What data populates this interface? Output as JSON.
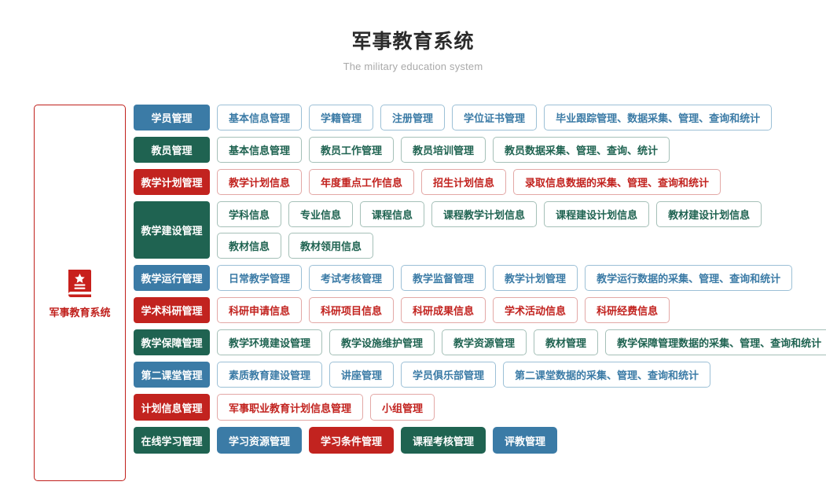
{
  "header": {
    "title": "军事教育系统",
    "subtitle": "The military education system"
  },
  "sidebar": {
    "icon": "book-star-icon",
    "label": "军事教育系统",
    "border_color": "#c0201c"
  },
  "colors": {
    "blue": "#3b7ba6",
    "green": "#1f6351",
    "red": "#c2231f"
  },
  "rows": [
    {
      "head": "学员管理",
      "color": "blue",
      "lines": [
        [
          "基本信息管理",
          "学籍管理",
          "注册管理",
          "学位证书管理",
          "毕业跟踪管理、数据采集、管理、查询和统计"
        ]
      ]
    },
    {
      "head": "教员管理",
      "color": "green",
      "lines": [
        [
          "基本信息管理",
          "教员工作管理",
          "教员培训管理",
          "教员数据采集、管理、查询、统计"
        ]
      ]
    },
    {
      "head": "教学计划管理",
      "color": "red",
      "lines": [
        [
          "教学计划信息",
          "年度重点工作信息",
          "招生计划信息",
          "录取信息数据的采集、管理、查询和统计"
        ]
      ]
    },
    {
      "head": "教学建设管理",
      "color": "green",
      "lines": [
        [
          "学科信息",
          "专业信息",
          "课程信息",
          "课程教学计划信息",
          "课程建设计划信息",
          "教材建设计划信息"
        ],
        [
          "教材信息",
          "教材领用信息"
        ]
      ]
    },
    {
      "head": "教学运行管理",
      "color": "blue",
      "lines": [
        [
          "日常教学管理",
          "考试考核管理",
          "教学监督管理",
          "教学计划管理",
          "教学运行数据的采集、管理、查询和统计"
        ]
      ]
    },
    {
      "head": "学术科研管理",
      "color": "red",
      "lines": [
        [
          "科研申请信息",
          "科研项目信息",
          "科研成果信息",
          "学术活动信息",
          "科研经费信息"
        ]
      ]
    },
    {
      "head": "教学保障管理",
      "color": "green",
      "lines": [
        [
          "教学环境建设管理",
          "教学设施维护管理",
          "教学资源管理",
          "教材管理",
          "教学保障管理数据的采集、管理、查询和统计"
        ]
      ]
    },
    {
      "head": "第二课堂管理",
      "color": "blue",
      "lines": [
        [
          "素质教育建设管理",
          "讲座管理",
          "学员俱乐部管理",
          "第二课堂数据的采集、管理、查询和统计"
        ]
      ]
    },
    {
      "head": "计划信息管理",
      "color": "red",
      "lines": [
        [
          "军事职业教育计划信息管理",
          "小组管理"
        ]
      ]
    },
    {
      "head": "在线学习管理",
      "color": "green",
      "solid_items": true,
      "lines": [
        [
          "学习资源管理",
          "学习条件管理",
          "课程考核管理",
          "评教管理"
        ]
      ],
      "item_colors": [
        "blue",
        "red",
        "green",
        "blue"
      ]
    }
  ]
}
